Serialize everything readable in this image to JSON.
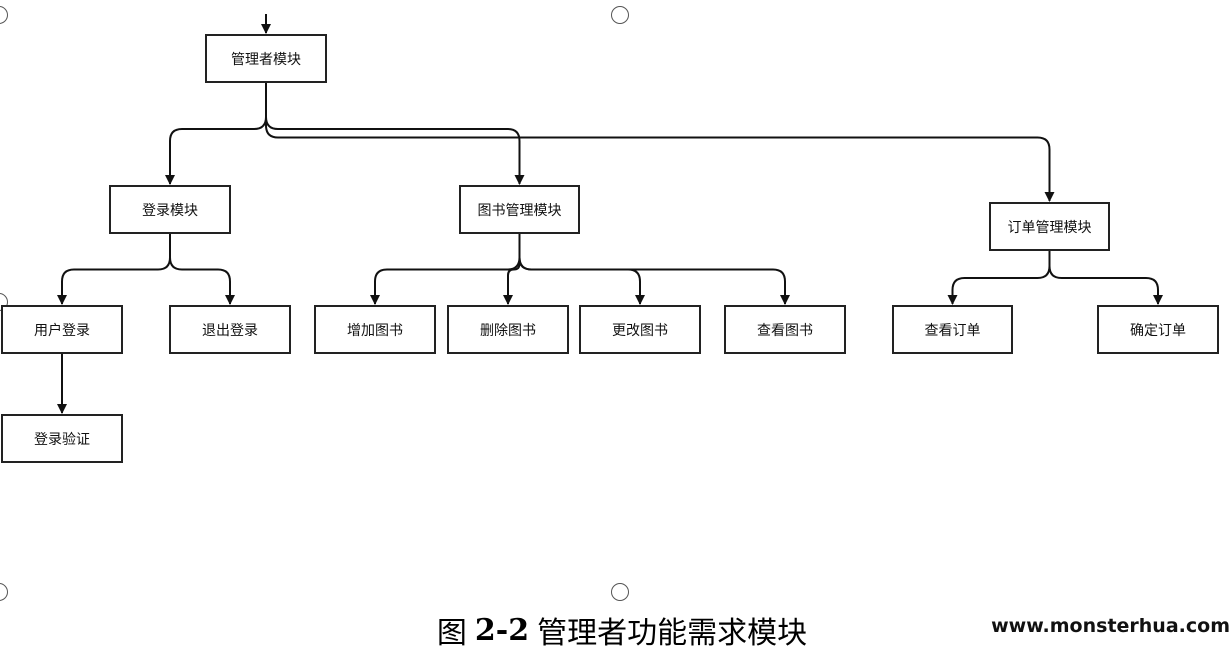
{
  "diagram": {
    "nodes": {
      "admin": "管理者模块",
      "login_module": "登录模块",
      "book_mgmt": "图书管理模块",
      "order_mgmt": "订单管理模块",
      "user_login": "用户登录",
      "logout": "退出登录",
      "add_book": "增加图书",
      "delete_book": "删除图书",
      "update_book": "更改图书",
      "view_book": "查看图书",
      "view_order": "查看订单",
      "confirm_order": "确定订单",
      "login_verify": "登录验证"
    },
    "edges": [
      [
        "admin",
        "login_module"
      ],
      [
        "admin",
        "book_mgmt"
      ],
      [
        "admin",
        "order_mgmt"
      ],
      [
        "login_module",
        "user_login"
      ],
      [
        "login_module",
        "logout"
      ],
      [
        "book_mgmt",
        "add_book"
      ],
      [
        "book_mgmt",
        "delete_book"
      ],
      [
        "book_mgmt",
        "update_book"
      ],
      [
        "book_mgmt",
        "view_book"
      ],
      [
        "order_mgmt",
        "view_order"
      ],
      [
        "order_mgmt",
        "confirm_order"
      ],
      [
        "user_login",
        "login_verify"
      ]
    ]
  },
  "caption": {
    "prefix": "图",
    "number": "2-2",
    "title": "管理者功能需求模块"
  },
  "watermark": "www.monsterhua.com"
}
